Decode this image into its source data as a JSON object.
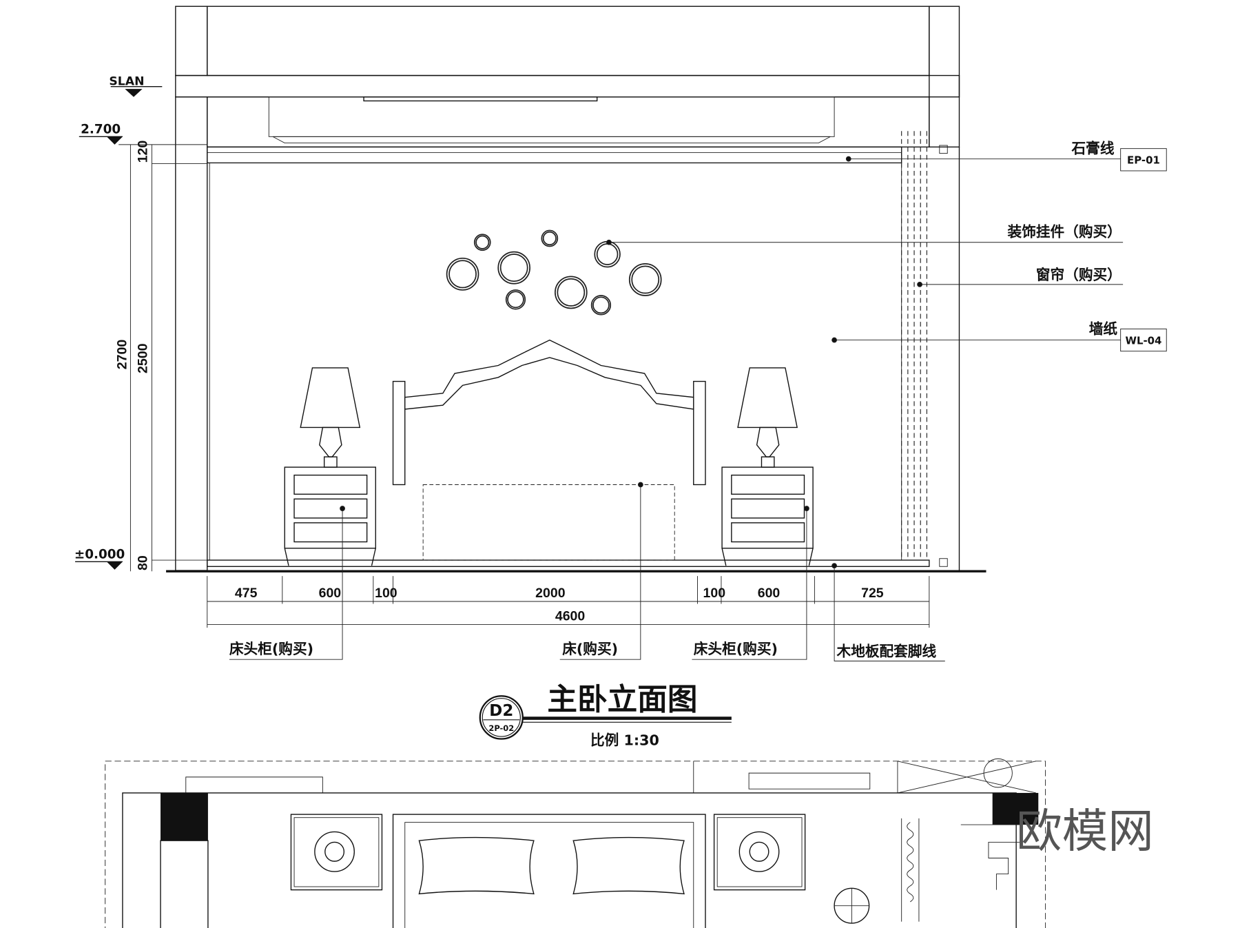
{
  "drawing": {
    "title": "主卧立面图",
    "scale_label": "比例 1:30",
    "tag_top": "D2",
    "tag_bottom": "2P-02"
  },
  "levels": {
    "slab": "SLAN",
    "ceiling": "2.700",
    "floor": "±0.000"
  },
  "vertical_dims": [
    "120",
    "2500",
    "2700",
    "80"
  ],
  "horizontal_dims": [
    "475",
    "600",
    "100",
    "2000",
    "100",
    "600",
    "725"
  ],
  "total_dim": "4600",
  "callouts_right": [
    {
      "label": "石膏线",
      "code": "EP-01"
    },
    {
      "label": "装饰挂件（购买）",
      "code": ""
    },
    {
      "label": "窗帘（购买）",
      "code": ""
    },
    {
      "label": "墙纸",
      "code": "WL-04"
    }
  ],
  "callouts_bottom": [
    "床头柜(购买)",
    "床(购买)",
    "床头柜(购买)",
    "木地板配套脚线"
  ],
  "watermark": "欧模网"
}
